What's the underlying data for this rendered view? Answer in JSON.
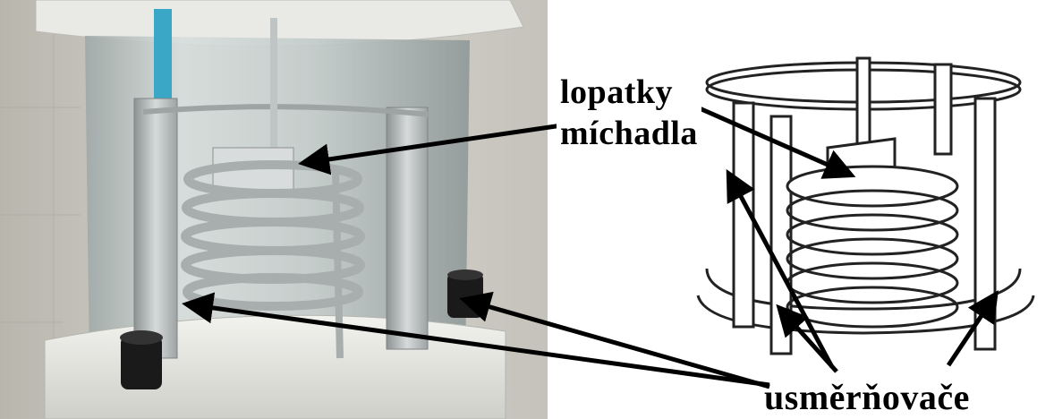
{
  "labels": {
    "blades_line1": "lopatky",
    "blades_line2": "míchadla",
    "baffles": "usměrňovače"
  },
  "colors": {
    "glass": "#c9d3d2",
    "metal": "#b7bcbd",
    "base": "#e6e6e2",
    "knob": "#1a1a1a",
    "arrow": "#000000"
  }
}
